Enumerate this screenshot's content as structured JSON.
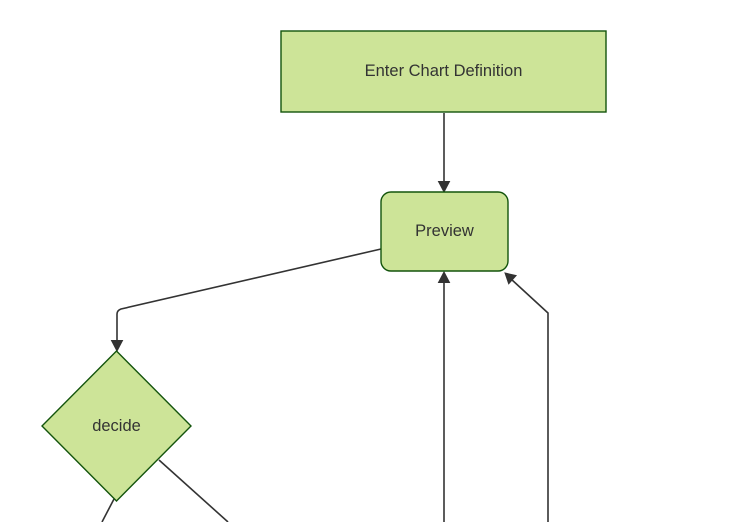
{
  "diagram": {
    "type": "flowchart",
    "colors": {
      "background": "#ffffff",
      "node_fill": "#cde498",
      "node_border": "#13540c",
      "edge": "#333333",
      "text": "#333333"
    },
    "nodes": [
      {
        "id": "enter-chart-definition",
        "label": "Enter Chart Definition",
        "shape": "rectangle"
      },
      {
        "id": "preview",
        "label": "Preview",
        "shape": "rounded-rectangle"
      },
      {
        "id": "decide",
        "label": "decide",
        "shape": "diamond"
      }
    ],
    "edges": [
      {
        "from": "enter-chart-definition",
        "to": "preview",
        "arrow": true
      },
      {
        "from": "preview",
        "to": "decide",
        "arrow": true
      },
      {
        "from": "decide",
        "to": "offscreen-bottom-left",
        "arrow": false
      },
      {
        "from": "decide",
        "to": "offscreen-bottom-right",
        "arrow": false
      },
      {
        "from": "offscreen-bottom-center",
        "to": "preview",
        "arrow": true
      },
      {
        "from": "offscreen-bottom-right",
        "to": "preview",
        "arrow": true
      }
    ]
  }
}
